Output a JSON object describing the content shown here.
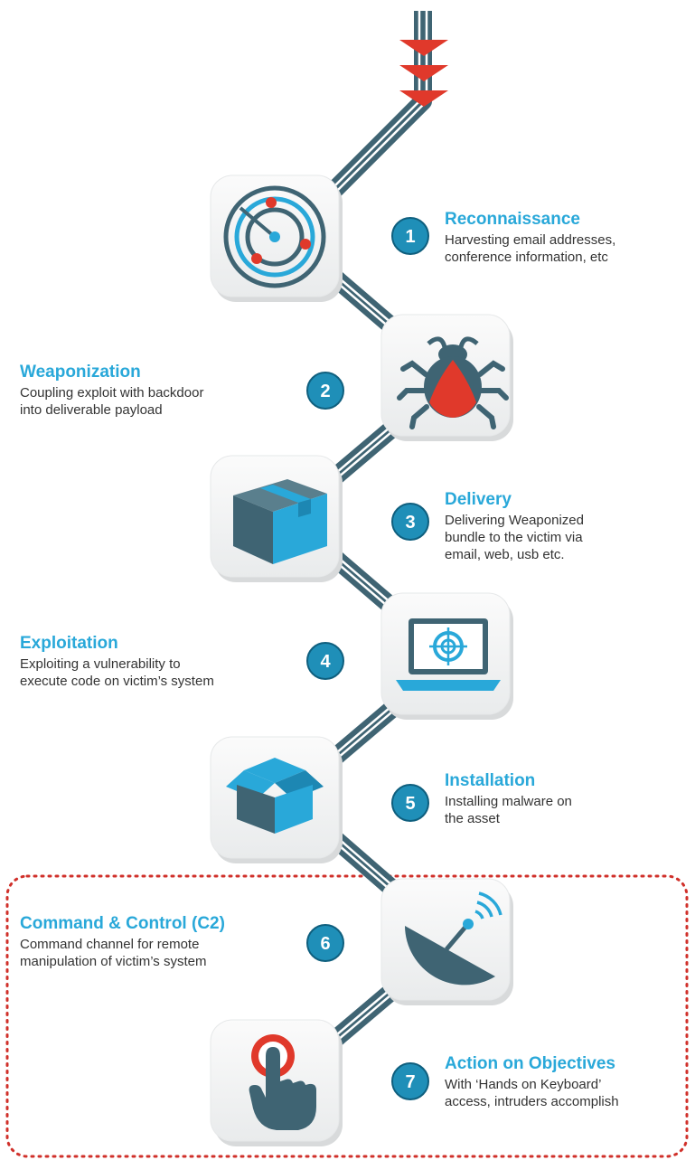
{
  "steps": [
    {
      "number": "1",
      "title": "Reconnaissance",
      "lines": [
        "Harvesting email addresses,",
        "conference information, etc"
      ],
      "icon": "radar-icon"
    },
    {
      "number": "2",
      "title": "Weaponization",
      "lines": [
        "Coupling exploit with backdoor",
        "into deliverable payload"
      ],
      "icon": "bug-icon"
    },
    {
      "number": "3",
      "title": "Delivery",
      "lines": [
        "Delivering Weaponized",
        "bundle to the victim via",
        "email, web, usb etc."
      ],
      "icon": "package-icon"
    },
    {
      "number": "4",
      "title": "Exploitation",
      "lines": [
        "Exploiting a vulnerability to",
        "execute code on victim’s system"
      ],
      "icon": "laptop-target-icon"
    },
    {
      "number": "5",
      "title": "Installation",
      "lines": [
        "Installing malware on",
        "the asset"
      ],
      "icon": "open-box-icon"
    },
    {
      "number": "6",
      "title": "Command & Control (C2)",
      "lines": [
        "Command channel for remote",
        "manipulation of victim’s system"
      ],
      "icon": "satellite-dish-icon"
    },
    {
      "number": "7",
      "title": "Action on Objectives",
      "lines": [
        "With ‘Hands on Keyboard’",
        "access, intruders accomplish"
      ],
      "icon": "finger-press-icon"
    }
  ],
  "colors": {
    "accent": "#29a8d9",
    "dark": "#3f6473",
    "red": "#e0392b",
    "badge": "#1f8fb8",
    "highlight_border": "#d0302a"
  }
}
